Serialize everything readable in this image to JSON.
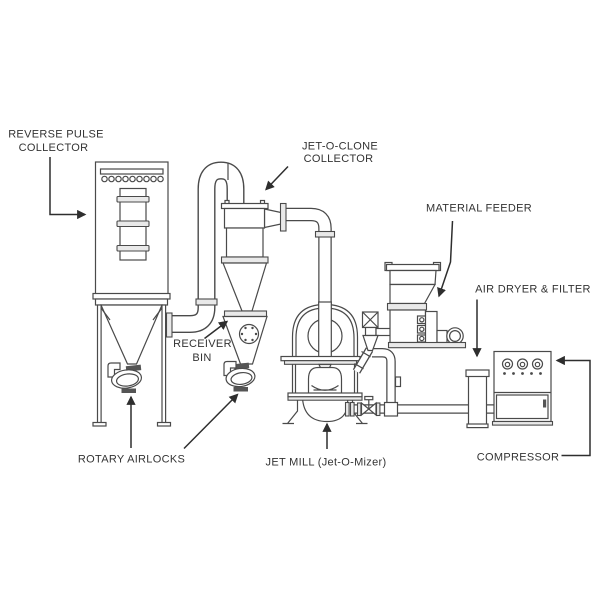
{
  "diagram": {
    "labels": {
      "reverse_pulse_collector_1": "REVERSE PULSE",
      "reverse_pulse_collector_2": "COLLECTOR",
      "jet_o_clone_collector_1": "JET-O-CLONE",
      "jet_o_clone_collector_2": "COLLECTOR",
      "material_feeder": "MATERIAL FEEDER",
      "air_dryer_filter": "AIR DRYER & FILTER",
      "receiver_bin_1": "RECEIVER",
      "receiver_bin_2": "BIN",
      "rotary_airlocks": "ROTARY AIRLOCKS",
      "jet_mill": "JET MILL (Jet-O-Mizer)",
      "compressor": "COMPRESSOR"
    },
    "colors": {
      "background": "#ffffff",
      "line": "#4a4a4a",
      "label_text": "#333333",
      "shade_fill": "#e9e9e9",
      "dark_fill": "#555555",
      "arrow": "#2e2e2e"
    }
  }
}
